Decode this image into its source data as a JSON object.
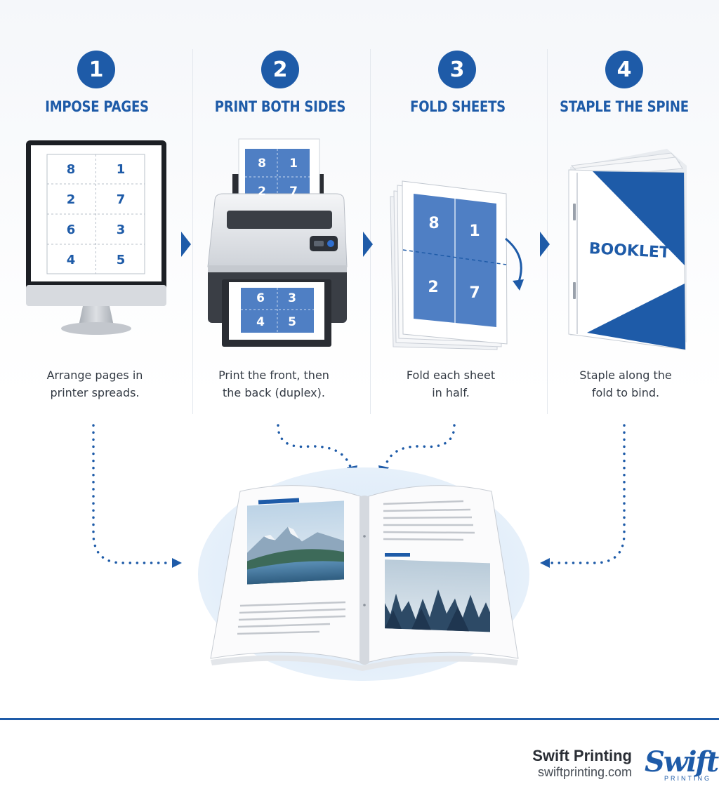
{
  "steps": [
    {
      "number": "1",
      "title": "IMPOSE PAGES",
      "caption": [
        "Arrange pages in",
        "printer spreads."
      ]
    },
    {
      "number": "2",
      "title": "PRINT BOTH SIDES",
      "caption": [
        "Print the front, then",
        "the back (duplex)."
      ]
    },
    {
      "number": "3",
      "title": "FOLD SHEETS",
      "caption": [
        "Fold each sheet",
        "in half."
      ]
    },
    {
      "number": "4",
      "title": "STAPLE THE SPINE",
      "caption": [
        "Staple along the",
        "fold to bind."
      ]
    }
  ],
  "monitor_pages": [
    "8",
    "1",
    "2",
    "7",
    "6",
    "3",
    "4",
    "5"
  ],
  "printer_top_pages": [
    "8",
    "1",
    "2",
    "7"
  ],
  "printer_output_pages": [
    "6",
    "3",
    "4",
    "5"
  ],
  "folded_pages": [
    "8",
    "1",
    "2",
    "7"
  ],
  "booklet_cover": "BOOKLET",
  "brand": {
    "name": "Swift Printing",
    "url": "swiftprinting.com",
    "logo_text": "Swift",
    "logo_subtext": "PRINTING"
  },
  "colors": {
    "accent": "#1e5ba8",
    "page_blue": "#4f7fc4",
    "text": "#333a44"
  }
}
